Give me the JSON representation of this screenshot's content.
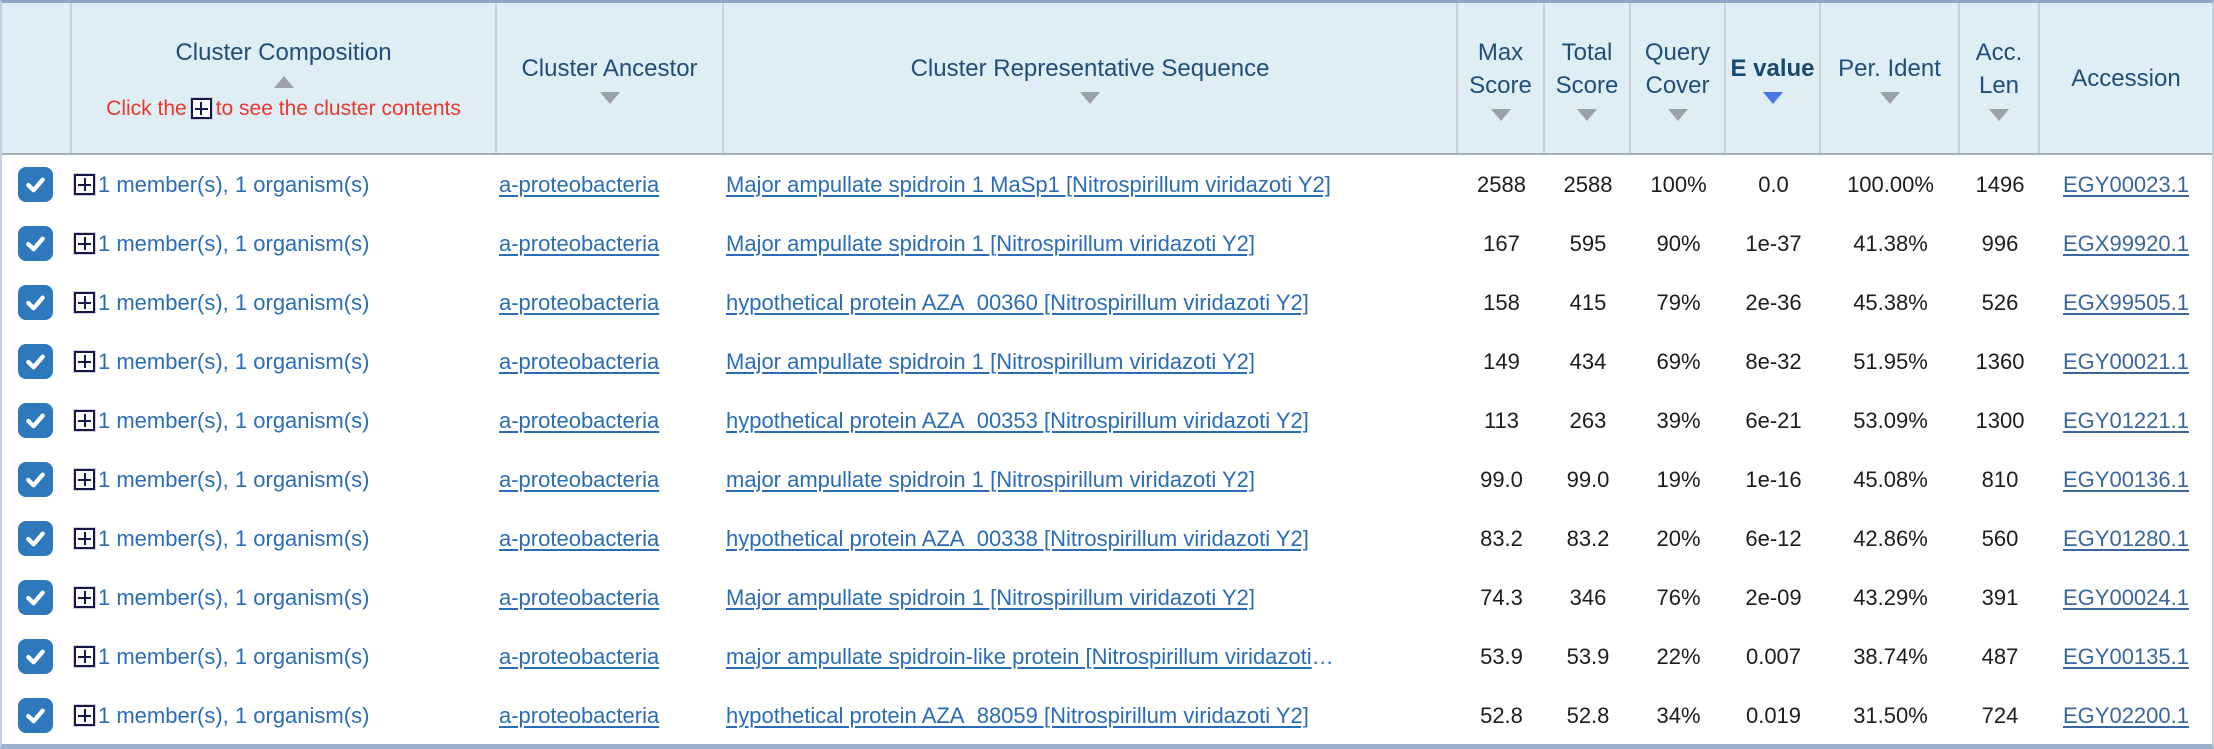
{
  "header": {
    "composition": {
      "label": "Cluster Composition",
      "sort_direction": "asc",
      "hint_prefix": "Click the",
      "hint_suffix": "to see the cluster contents"
    },
    "ancestor": {
      "label": "Cluster Ancestor",
      "sort_direction": "desc"
    },
    "representative": {
      "label": "Cluster Representative Sequence",
      "sort_direction": "desc"
    },
    "max_score": {
      "label": "Max Score",
      "sort_direction": "desc"
    },
    "total_score": {
      "label": "Total Score",
      "sort_direction": "desc"
    },
    "query_cover": {
      "label": "Query Cover",
      "sort_direction": "desc"
    },
    "e_value": {
      "label": "E value",
      "sort_direction": "desc",
      "active_sort": true
    },
    "per_ident": {
      "label": "Per. Ident",
      "sort_direction": "desc"
    },
    "acc_len": {
      "label": "Acc. Len",
      "sort_direction": "desc"
    },
    "accession": {
      "label": "Accession"
    }
  },
  "colors": {
    "header_background": "#dfedf5",
    "header_text": "#1f4e79",
    "active_sort_arrow": "#4b74e4",
    "inactive_sort_arrow": "#9aa1a9",
    "hint_red": "#e8392b",
    "checkbox_blue": "#2e78bc",
    "link_blue": "#2a6cb5",
    "accession_link": "#39679c"
  },
  "rows": [
    {
      "checked": true,
      "composition": "1 member(s), 1 organism(s)",
      "ancestor": "a-proteobacteria",
      "sequence": "Major ampullate spidroin 1 MaSp1 [Nitrospirillum viridazoti Y2]",
      "sequence_more": "",
      "max_score": "2588",
      "total_score": "2588",
      "query_cover": "100%",
      "e_value": "0.0",
      "per_ident": "100.00%",
      "acc_len": "1496",
      "accession": "EGY00023.1"
    },
    {
      "checked": true,
      "composition": "1 member(s), 1 organism(s)",
      "ancestor": "a-proteobacteria",
      "sequence": "Major ampullate spidroin 1 [Nitrospirillum viridazoti Y2]",
      "sequence_more": "",
      "max_score": "167",
      "total_score": "595",
      "query_cover": "90%",
      "e_value": "1e-37",
      "per_ident": "41.38%",
      "acc_len": "996",
      "accession": "EGX99920.1"
    },
    {
      "checked": true,
      "composition": "1 member(s), 1 organism(s)",
      "ancestor": "a-proteobacteria",
      "sequence": "hypothetical protein AZA_00360 [Nitrospirillum viridazoti Y2]",
      "sequence_more": "",
      "max_score": "158",
      "total_score": "415",
      "query_cover": "79%",
      "e_value": "2e-36",
      "per_ident": "45.38%",
      "acc_len": "526",
      "accession": "EGX99505.1"
    },
    {
      "checked": true,
      "composition": "1 member(s), 1 organism(s)",
      "ancestor": "a-proteobacteria",
      "sequence": "Major ampullate spidroin 1 [Nitrospirillum viridazoti Y2]",
      "sequence_more": "",
      "max_score": "149",
      "total_score": "434",
      "query_cover": "69%",
      "e_value": "8e-32",
      "per_ident": "51.95%",
      "acc_len": "1360",
      "accession": "EGY00021.1"
    },
    {
      "checked": true,
      "composition": "1 member(s), 1 organism(s)",
      "ancestor": "a-proteobacteria",
      "sequence": "hypothetical protein AZA_00353 [Nitrospirillum viridazoti Y2]",
      "sequence_more": "",
      "max_score": "113",
      "total_score": "263",
      "query_cover": "39%",
      "e_value": "6e-21",
      "per_ident": "53.09%",
      "acc_len": "1300",
      "accession": "EGY01221.1"
    },
    {
      "checked": true,
      "composition": "1 member(s), 1 organism(s)",
      "ancestor": "a-proteobacteria",
      "sequence": "major ampullate spidroin 1 [Nitrospirillum viridazoti Y2]",
      "sequence_more": "",
      "max_score": "99.0",
      "total_score": "99.0",
      "query_cover": "19%",
      "e_value": "1e-16",
      "per_ident": "45.08%",
      "acc_len": "810",
      "accession": "EGY00136.1"
    },
    {
      "checked": true,
      "composition": "1 member(s), 1 organism(s)",
      "ancestor": "a-proteobacteria",
      "sequence": "hypothetical protein AZA_00338 [Nitrospirillum viridazoti Y2]",
      "sequence_more": "",
      "max_score": "83.2",
      "total_score": "83.2",
      "query_cover": "20%",
      "e_value": "6e-12",
      "per_ident": "42.86%",
      "acc_len": "560",
      "accession": "EGY01280.1"
    },
    {
      "checked": true,
      "composition": "1 member(s), 1 organism(s)",
      "ancestor": "a-proteobacteria",
      "sequence": "Major ampullate spidroin 1 [Nitrospirillum viridazoti Y2]",
      "sequence_more": "",
      "max_score": "74.3",
      "total_score": "346",
      "query_cover": "76%",
      "e_value": "2e-09",
      "per_ident": "43.29%",
      "acc_len": "391",
      "accession": "EGY00024.1"
    },
    {
      "checked": true,
      "composition": "1 member(s), 1 organism(s)",
      "ancestor": "a-proteobacteria",
      "sequence": "major ampullate spidroin-like protein [Nitrospirillum viridazoti",
      "sequence_more": "…",
      "max_score": "53.9",
      "total_score": "53.9",
      "query_cover": "22%",
      "e_value": "0.007",
      "per_ident": "38.74%",
      "acc_len": "487",
      "accession": "EGY00135.1"
    },
    {
      "checked": true,
      "composition": "1 member(s), 1 organism(s)",
      "ancestor": "a-proteobacteria",
      "sequence": "hypothetical protein AZA_88059 [Nitrospirillum viridazoti Y2]",
      "sequence_more": "",
      "max_score": "52.8",
      "total_score": "52.8",
      "query_cover": "34%",
      "e_value": "0.019",
      "per_ident": "31.50%",
      "acc_len": "724",
      "accession": "EGY02200.1"
    }
  ]
}
